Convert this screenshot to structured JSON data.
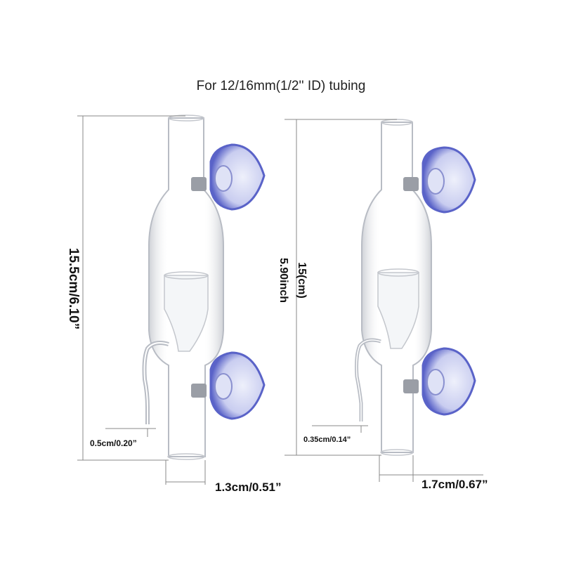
{
  "header": {
    "title": "For 12/16mm(1/2'' ID) tubing"
  },
  "products": [
    {
      "name": "left",
      "height_label": "15.5cm/6.10”",
      "nozzle_label": "0.5cm/0.20”",
      "width_label": "1.3cm/0.51”"
    },
    {
      "name": "right",
      "height_label_inch": "5.90inch",
      "height_label_cm": "15(cm)",
      "nozzle_label": "0.35cm/0.14”",
      "width_label": "1.7cm/0.67”"
    }
  ],
  "colors": {
    "suction_cup": "#5a63c8",
    "glass_outline": "#b8bcc4",
    "dimension_line": "#888888",
    "text": "#111111"
  }
}
